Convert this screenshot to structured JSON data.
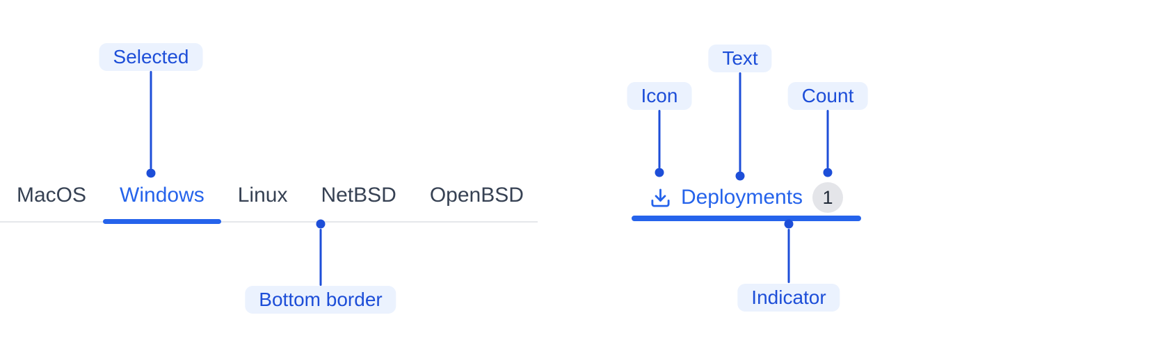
{
  "colors": {
    "accent": "#2563EB",
    "annotation": "#1D4ED8",
    "annotation_pill_bg": "#EBF2FE",
    "tab_text": "#364153",
    "tab_border": "#E5E7EB",
    "badge_bg": "#E4E5E9",
    "badge_text": "#1F2937",
    "background": "#FFFFFF"
  },
  "tabs_example": {
    "items": [
      {
        "label": "MacOS",
        "selected": false
      },
      {
        "label": "Windows",
        "selected": true
      },
      {
        "label": "Linux",
        "selected": false
      },
      {
        "label": "NetBSD",
        "selected": false
      },
      {
        "label": "OpenBSD",
        "selected": false
      }
    ]
  },
  "deployments_tab": {
    "icon": "download-icon",
    "label": "Deployments",
    "count": "1"
  },
  "annotations": {
    "selected_label": "Selected",
    "bottom_border_label": "Bottom border",
    "icon_label": "Icon",
    "text_label": "Text",
    "count_label": "Count",
    "indicator_label": "Indicator"
  }
}
